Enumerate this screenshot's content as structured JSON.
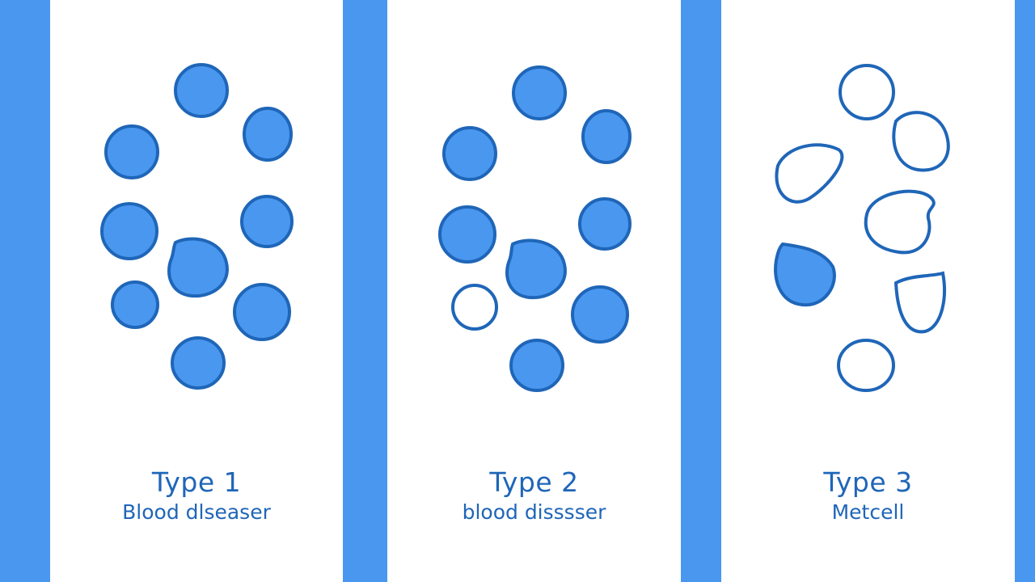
{
  "panels": [
    {
      "title": "Type 1",
      "subtitle": "Blood dlseaser"
    },
    {
      "title": "Type 2",
      "subtitle": "blood disssser"
    },
    {
      "title": "Type 3",
      "subtitle": "Metcell"
    }
  ],
  "colors": {
    "background": "#4a97f0",
    "panel": "#ffffff",
    "cell_fill": "#4a97f0",
    "cell_outline": "#1f66b8",
    "text": "#1f66b8"
  }
}
